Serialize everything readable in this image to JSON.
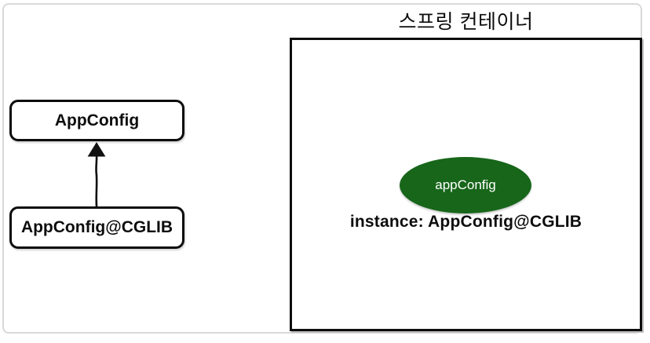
{
  "title": {
    "text": "스프링 컨테이너"
  },
  "class_boxes": {
    "app_config": "AppConfig",
    "app_config_cglib": "AppConfig@CGLIB"
  },
  "container": {
    "bean_name": "appConfig",
    "instance_text": "instance: AppConfig@CGLIB"
  },
  "colors": {
    "bean_fill": "#17661a",
    "bean_text": "#ffffff",
    "ink": "#0d0d0d",
    "frame_gray": "#d9d9d9",
    "shadow_gray": "#bfbfbf"
  }
}
